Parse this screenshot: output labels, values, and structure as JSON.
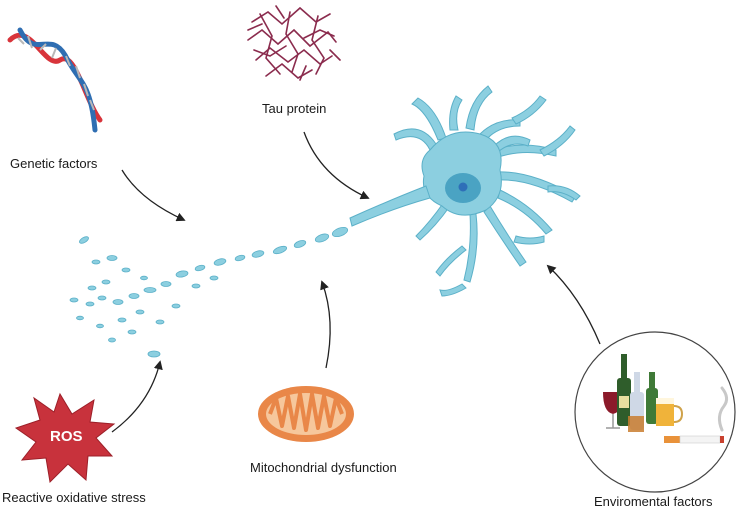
{
  "labels": {
    "genetic": "Genetic factors",
    "tau": "Tau protein",
    "ros_badge": "ROS",
    "ros": "Reactive oxidative stress",
    "mito": "Mitochondrial dysfunction",
    "env": "Enviromental factors"
  },
  "colors": {
    "neuron": "#8ccfe0",
    "neuron_stroke": "#5bb0c8",
    "nucleus": "#4aa3c3",
    "nucleolus": "#2e6fb8",
    "dna_red": "#d8343b",
    "dna_blue": "#2f6eb2",
    "tau": "#8b2c4e",
    "ros": "#c8323c",
    "mito_outer": "#e98748",
    "mito_inner": "#f6c79c",
    "arrow": "#222222"
  },
  "icons": [
    "dna-icon",
    "tau-protein-icon",
    "neuron-icon",
    "ros-burst-icon",
    "mitochondrion-icon",
    "alcohol-cigarette-icon"
  ]
}
